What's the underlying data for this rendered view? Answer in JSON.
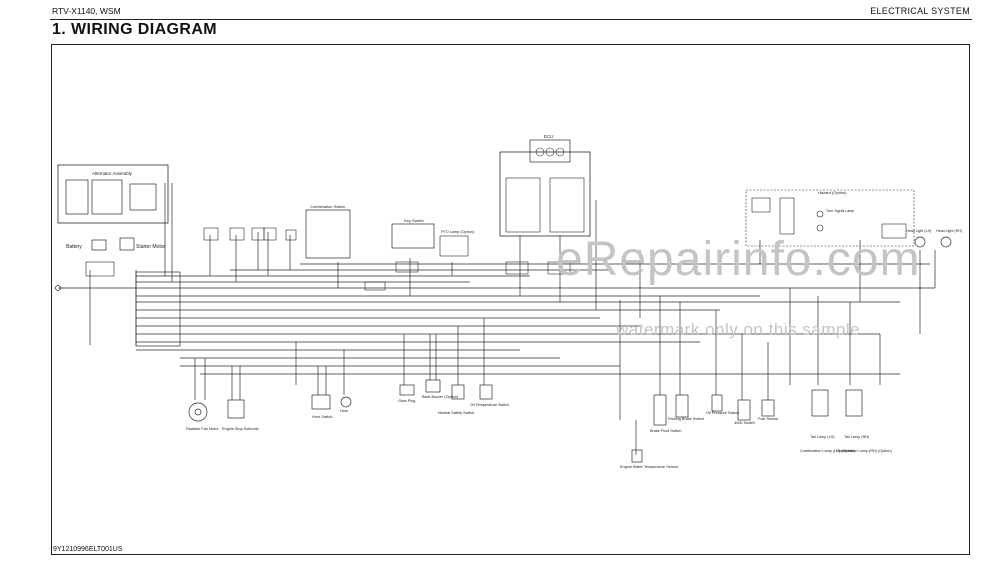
{
  "header": {
    "model": "RTV-X1140, WSM",
    "section": "ELECTRICAL SYSTEM",
    "title": "1.   WIRING DIAGRAM"
  },
  "footer": {
    "code": "9Y1210996ELT001US"
  },
  "watermark": {
    "main": "eRepairinfo.com",
    "sub": "watermark only on this sample"
  },
  "labels": {
    "alternator": "Alternator Assembly",
    "battery": "Battery",
    "starter": "Starter Motor",
    "combination_switch": "Combination Switch",
    "key_switch": "Key Switch",
    "ecu": "ECU",
    "hazard": "Hazard (Option)",
    "radiator_fan": "Radiator Fan Motor",
    "engine_stop": "Engine Stop Solenoid",
    "horn": "Horn Switch",
    "horn2": "Horn",
    "glow_plug": "Glow Plug",
    "back_buzzer": "Back Buzzer (Option)",
    "neutral_safety": "Neutral Safety Switch",
    "oil_temp": "Oil Temperature Switch",
    "brake_fluid": "Brake Fluid Switch",
    "parking_brake": "Parking Brake Switch",
    "oil_pressure": "Oil Pressure Switch",
    "wss_switch": "4WD Switch",
    "fuel_sensor": "Fuel Sensor",
    "tail_lamp_lh": "Tail Lamp (LH)",
    "tail_lamp_rh": "Tail Lamp (RH)",
    "comb_lamp_lh": "Combination Lamp (LH) (Option)",
    "comb_lamp_rh": "Combination Lamp (RH) (Option)",
    "coolant_temp": "Engine Water Temperature Sensor",
    "head_light_lh": "Head Light (LH)",
    "head_light_rh": "Head Light (RH)",
    "turn_signal": "Turn Signal Lamp",
    "pto_lamp": "PTO Lamp (Option)"
  },
  "colors": {
    "line": "#2a2a2a",
    "watermark": "#c4c4c4"
  }
}
